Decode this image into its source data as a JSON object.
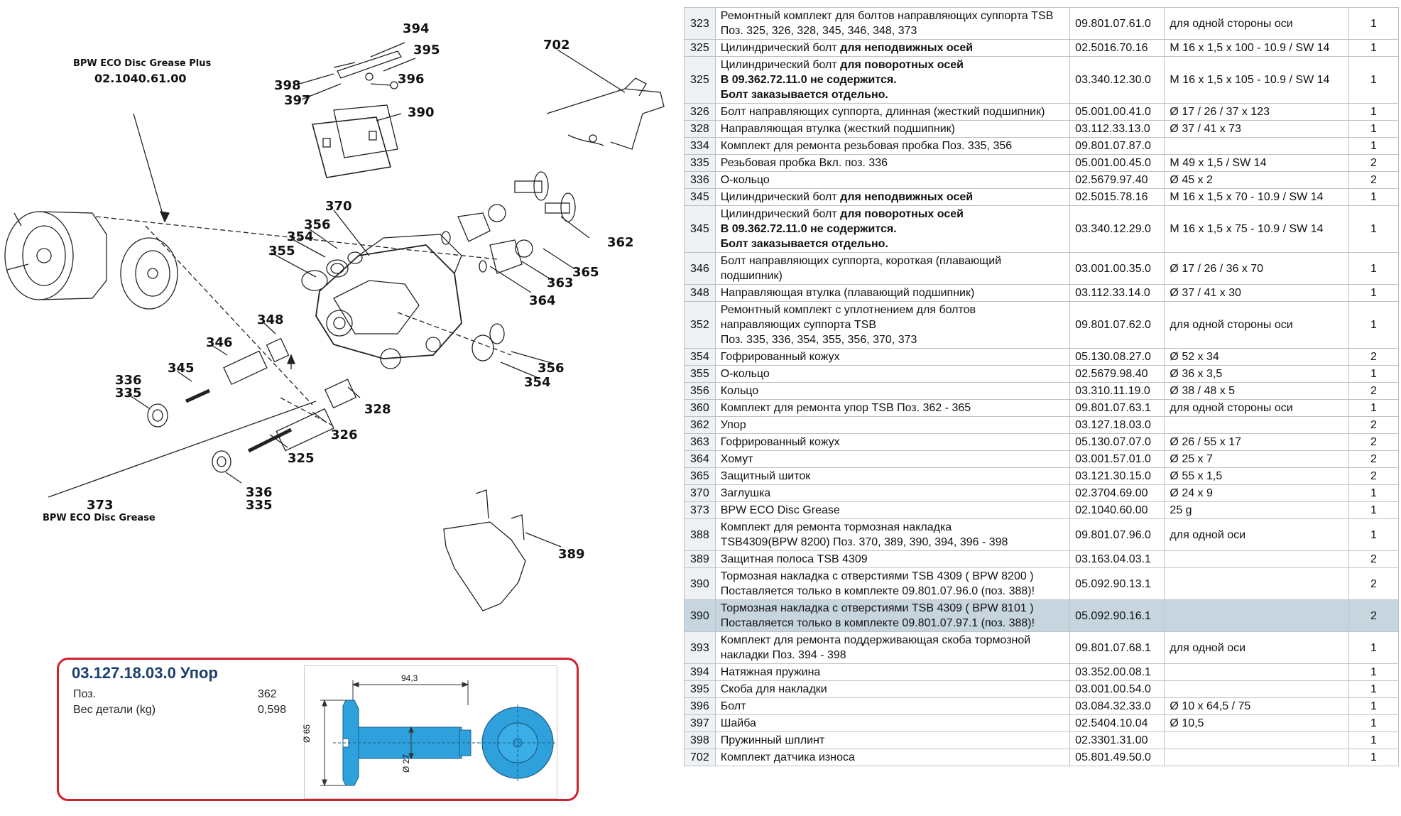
{
  "diagram": {
    "grease_plus_label": "BPW ECO Disc Grease Plus",
    "grease_plus_number": "02.1040.61.00",
    "grease_label": "BPW ECO Disc Grease",
    "callouts": {
      "c394": "394",
      "c395": "395",
      "c398": "398",
      "c396": "396",
      "c397": "397",
      "c390": "390",
      "c702": "702",
      "c370": "370",
      "c356a": "356",
      "c354a": "354",
      "c355": "355",
      "c362": "362",
      "c365": "365",
      "c363": "363",
      "c364": "364",
      "c348": "348",
      "c346": "346",
      "c345": "345",
      "c336a": "336",
      "c335a": "335",
      "c328": "328",
      "c326": "326",
      "c325": "325",
      "c336b": "336",
      "c335b": "335",
      "c373": "373",
      "c356b": "356",
      "c354b": "354",
      "c389": "389"
    }
  },
  "detail": {
    "title": "03.127.18.03.0 Упор",
    "pos_label": "Поз.",
    "pos_value": "362",
    "weight_label": "Вес детали (kg)",
    "weight_value": "0,598",
    "dim_length": "94,3",
    "dim_outer": "Ø 65",
    "dim_inner": "Ø 27"
  },
  "table": {
    "rows": [
      {
        "pos": "323",
        "lines": [
          {
            "t": "Ремонтный комплект для болтов направляющих суппорта TSB"
          },
          {
            "t": "Поз. 325, 326, 328, 345, 346, 348, 373"
          }
        ],
        "number": "09.801.07.61.0",
        "dim": "для одной стороны оси",
        "qty": "1"
      },
      {
        "pos": "325",
        "lines": [
          {
            "t": "Цилиндрический болт ",
            "b": "для неподвижных осей"
          }
        ],
        "number": "02.5016.70.16",
        "dim": "M 16 x 1,5 x 100 - 10.9 / SW 14",
        "qty": "1"
      },
      {
        "pos": "325",
        "lines": [
          {
            "t": "Цилиндрический болт ",
            "b": "для поворотных осей"
          },
          {
            "bold": "В 09.362.72.11.0 не содержится."
          },
          {
            "bold": "Болт заказывается отдельно."
          }
        ],
        "number": "03.340.12.30.0",
        "dim": "M 16 x 1,5 x 105 - 10.9 / SW 14",
        "qty": "1"
      },
      {
        "pos": "326",
        "lines": [
          {
            "t": "Болт направляющих суппорта, длинная (жесткий подшипник)"
          }
        ],
        "number": "05.001.00.41.0",
        "dim": "Ø 17 / 26 / 37 x 123",
        "qty": "1"
      },
      {
        "pos": "328",
        "lines": [
          {
            "t": "Направляющая втулка (жесткий подшипник)"
          }
        ],
        "number": "03.112.33.13.0",
        "dim": "Ø 37 / 41 x 73",
        "qty": "1"
      },
      {
        "pos": "334",
        "lines": [
          {
            "t": "Комплект для ремонта резьбовая пробка  Поз. 335, 356"
          }
        ],
        "number": "09.801.07.87.0",
        "dim": "",
        "qty": "1"
      },
      {
        "pos": "335",
        "lines": [
          {
            "t": "Резьбовая пробка  Вкл. поз. 336"
          }
        ],
        "number": "05.001.00.45.0",
        "dim": "M 49 x 1,5 / SW 14",
        "qty": "2"
      },
      {
        "pos": "336",
        "lines": [
          {
            "t": "О-кольцо"
          }
        ],
        "number": "02.5679.97.40",
        "dim": "Ø 45 x 2",
        "qty": "2"
      },
      {
        "pos": "345",
        "lines": [
          {
            "t": "Цилиндрический болт ",
            "b": "для неподвижных осей"
          }
        ],
        "number": "02.5015.78.16",
        "dim": "M 16 x 1,5 x 70 - 10.9 / SW 14",
        "qty": "1"
      },
      {
        "pos": "345",
        "lines": [
          {
            "t": "Цилиндрический болт ",
            "b": "для поворотных осей"
          },
          {
            "bold": "В 09.362.72.11.0 не содержится."
          },
          {
            "bold": "Болт заказывается отдельно."
          }
        ],
        "number": "03.340.12.29.0",
        "dim": "M 16 x 1,5 x 75 - 10.9 / SW 14",
        "qty": "1"
      },
      {
        "pos": "346",
        "lines": [
          {
            "t": "Болт направляющих суппорта, короткая (плавающий"
          },
          {
            "t": "подшипник)"
          }
        ],
        "number": "03.001.00.35.0",
        "dim": "Ø 17 / 26 / 36 x 70",
        "qty": "1"
      },
      {
        "pos": "348",
        "lines": [
          {
            "t": "Направляющая втулка (плавающий подшипник)"
          }
        ],
        "number": "03.112.33.14.0",
        "dim": "Ø 37 / 41 x 30",
        "qty": "1"
      },
      {
        "pos": "352",
        "lines": [
          {
            "t": "Ремонтный комплект с уплотнением  для болтов"
          },
          {
            "t": "направляющих суппорта TSB"
          },
          {
            "t": "Поз. 335, 336, 354, 355, 356, 370, 373"
          }
        ],
        "number": "09.801.07.62.0",
        "dim": "для одной стороны оси",
        "qty": "1"
      },
      {
        "pos": "354",
        "lines": [
          {
            "t": "Гофрированный кожух"
          }
        ],
        "number": "05.130.08.27.0",
        "dim": "Ø 52 x 34",
        "qty": "2"
      },
      {
        "pos": "355",
        "lines": [
          {
            "t": "О-кольцо"
          }
        ],
        "number": "02.5679.98.40",
        "dim": "Ø 36 x 3,5",
        "qty": "1"
      },
      {
        "pos": "356",
        "lines": [
          {
            "t": "Кольцо"
          }
        ],
        "number": "03.310.11.19.0",
        "dim": "Ø 38 / 48 x 5",
        "qty": "2"
      },
      {
        "pos": "360",
        "lines": [
          {
            "t": "Комплект для ремонта упор TSB   Поз. 362 - 365"
          }
        ],
        "number": "09.801.07.63.1",
        "dim": "для одной стороны оси",
        "qty": "1"
      },
      {
        "pos": "362",
        "lines": [
          {
            "t": "Упор"
          }
        ],
        "number": "03.127.18.03.0",
        "dim": "",
        "qty": "2"
      },
      {
        "pos": "363",
        "lines": [
          {
            "t": "Гофрированный кожух"
          }
        ],
        "number": "05.130.07.07.0",
        "dim": "Ø 26 / 55 x 17",
        "qty": "2"
      },
      {
        "pos": "364",
        "lines": [
          {
            "t": "Хомут"
          }
        ],
        "number": "03.001.57.01.0",
        "dim": "Ø 25 x 7",
        "qty": "2"
      },
      {
        "pos": "365",
        "lines": [
          {
            "t": "Защитный шиток"
          }
        ],
        "number": "03.121.30.15.0",
        "dim": "Ø 55 x 1,5",
        "qty": "2"
      },
      {
        "pos": "370",
        "lines": [
          {
            "t": "Заглушка"
          }
        ],
        "number": "02.3704.69.00",
        "dim": "Ø 24 x 9",
        "qty": "1"
      },
      {
        "pos": "373",
        "lines": [
          {
            "t": "BPW ECO Disc Grease"
          }
        ],
        "number": "02.1040.60.00",
        "dim": "25 g",
        "qty": "1"
      },
      {
        "pos": "388",
        "lines": [
          {
            "t": "Комплект для ремонта тормозная накладка"
          },
          {
            "t": "TSB4309(BPW 8200)   Поз. 370, 389, 390, 394, 396 - 398"
          }
        ],
        "number": "09.801.07.96.0",
        "dim": "для одной оси",
        "qty": "1"
      },
      {
        "pos": "389",
        "lines": [
          {
            "t": "Защитная полоса TSB 4309"
          }
        ],
        "number": "03.163.04.03.1",
        "dim": "",
        "qty": "2"
      },
      {
        "pos": "390",
        "lines": [
          {
            "t": "Тормозная накладка с отверстиями TSB 4309 ( BPW 8200 )"
          },
          {
            "t": "Поставляется только в комплекте 09.801.07.96.0 (поз. 388)!"
          }
        ],
        "number": "05.092.90.13.1",
        "dim": "",
        "qty": "2"
      },
      {
        "pos": "390",
        "highlight": true,
        "lines": [
          {
            "t": "Тормозная накладка с отверстиями TSB 4309 ( BPW 8101 )"
          },
          {
            "t": "Поставляется только в комплекте 09.801.07.97.1 (поз. 388)!"
          }
        ],
        "number": "05.092.90.16.1",
        "dim": "",
        "qty": "2"
      },
      {
        "pos": "393",
        "lines": [
          {
            "t": "Комплект для ремонта поддерживающая скоба тормозной"
          },
          {
            "t": "накладки   Поз. 394 - 398"
          }
        ],
        "number": "09.801.07.68.1",
        "dim": "для одной оси",
        "qty": "1"
      },
      {
        "pos": "394",
        "lines": [
          {
            "t": "Натяжная пружина"
          }
        ],
        "number": "03.352.00.08.1",
        "dim": "",
        "qty": "1"
      },
      {
        "pos": "395",
        "lines": [
          {
            "t": "Скоба для накладки"
          }
        ],
        "number": "03.001.00.54.0",
        "dim": "",
        "qty": "1"
      },
      {
        "pos": "396",
        "lines": [
          {
            "t": "Болт"
          }
        ],
        "number": "03.084.32.33.0",
        "dim": "Ø 10 x 64,5 / 75",
        "qty": "1"
      },
      {
        "pos": "397",
        "lines": [
          {
            "t": "Шайба"
          }
        ],
        "number": "02.5404.10.04",
        "dim": "Ø 10,5",
        "qty": "1"
      },
      {
        "pos": "398",
        "lines": [
          {
            "t": "Пружинный шплинт"
          }
        ],
        "number": "02.3301.31.00",
        "dim": "",
        "qty": "1"
      },
      {
        "pos": "702",
        "lines": [
          {
            "t": "Комплект датчика износа"
          }
        ],
        "number": "05.801.49.50.0",
        "dim": "",
        "qty": "1"
      }
    ]
  },
  "colors": {
    "part_blue": "#2ea1dd",
    "frame_red": "#d0212e",
    "title_navy": "#1c3f6e",
    "row_highlight": "#c7d5df"
  }
}
